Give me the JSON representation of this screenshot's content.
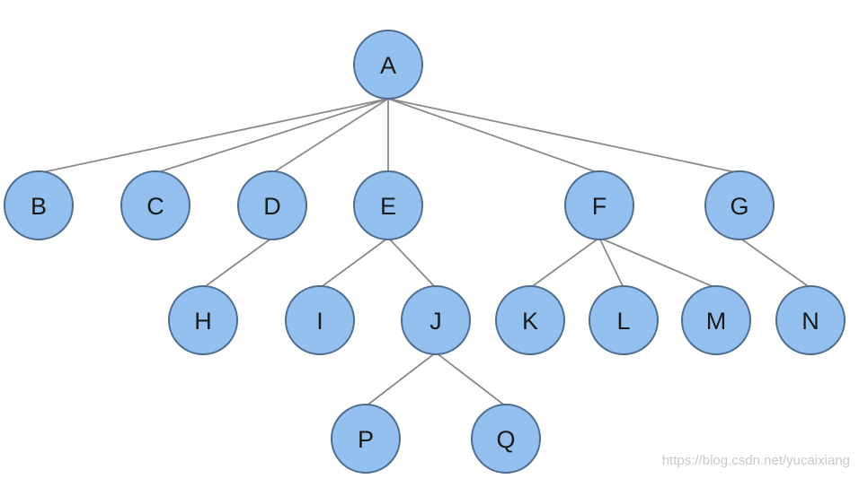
{
  "tree": {
    "root": "A",
    "nodes": [
      "A",
      "B",
      "C",
      "D",
      "E",
      "F",
      "G",
      "H",
      "I",
      "J",
      "K",
      "L",
      "M",
      "N",
      "P",
      "Q"
    ],
    "edges": [
      [
        "A",
        "B"
      ],
      [
        "A",
        "C"
      ],
      [
        "A",
        "D"
      ],
      [
        "A",
        "E"
      ],
      [
        "A",
        "F"
      ],
      [
        "A",
        "G"
      ],
      [
        "D",
        "H"
      ],
      [
        "E",
        "I"
      ],
      [
        "E",
        "J"
      ],
      [
        "F",
        "K"
      ],
      [
        "F",
        "L"
      ],
      [
        "F",
        "M"
      ],
      [
        "G",
        "N"
      ],
      [
        "J",
        "P"
      ],
      [
        "J",
        "Q"
      ]
    ]
  },
  "colors": {
    "node_fill": "#93c0ee",
    "node_stroke": "#4f6d8f",
    "edge": "#8a8a8a",
    "label": "#1a1a1a"
  },
  "watermark": "https://blog.csdn.net/yucaixiang"
}
